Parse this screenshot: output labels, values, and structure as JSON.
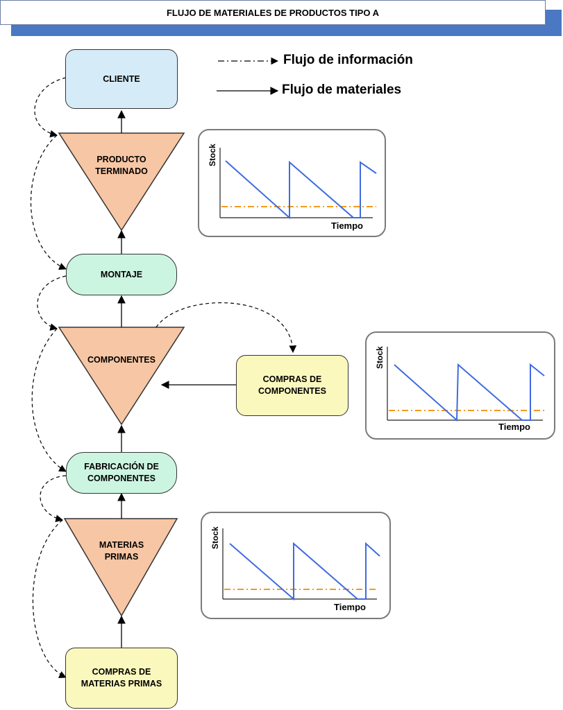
{
  "title": "FLUJO DE MATERIALES DE PRODUCTOS TIPO A",
  "legend": {
    "info_label": "Flujo de información",
    "material_label": "Flujo de materiales"
  },
  "nodes": {
    "cliente": "CLIENTE",
    "producto_terminado_1": "PRODUCTO",
    "producto_terminado_2": "TERMINADO",
    "montaje": "MONTAJE",
    "componentes": "COMPONENTES",
    "compras_componentes_1": "COMPRAS DE",
    "compras_componentes_2": "COMPONENTES",
    "fabricacion_1": "FABRICACIÓN DE",
    "fabricacion_2": "COMPONENTES",
    "materias_primas_1": "MATERIAS",
    "materias_primas_2": "PRIMAS",
    "compras_mp_1": "COMPRAS DE",
    "compras_mp_2": "MATERIAS PRIMAS"
  },
  "colors": {
    "title_bar": "#4a78c2",
    "cliente": "#d5ecf8",
    "triangle": "#f7c6a4",
    "process": "#ccf5e1",
    "purchase": "#fbf8be",
    "stock_line": "#3f6be0",
    "safety_line": "#f39a1e"
  },
  "charts": [
    {
      "ylabel": "Stock",
      "xlabel": "Tiempo"
    },
    {
      "ylabel": "Stock",
      "xlabel": "Tiempo"
    },
    {
      "ylabel": "Stock",
      "xlabel": "Tiempo"
    }
  ]
}
